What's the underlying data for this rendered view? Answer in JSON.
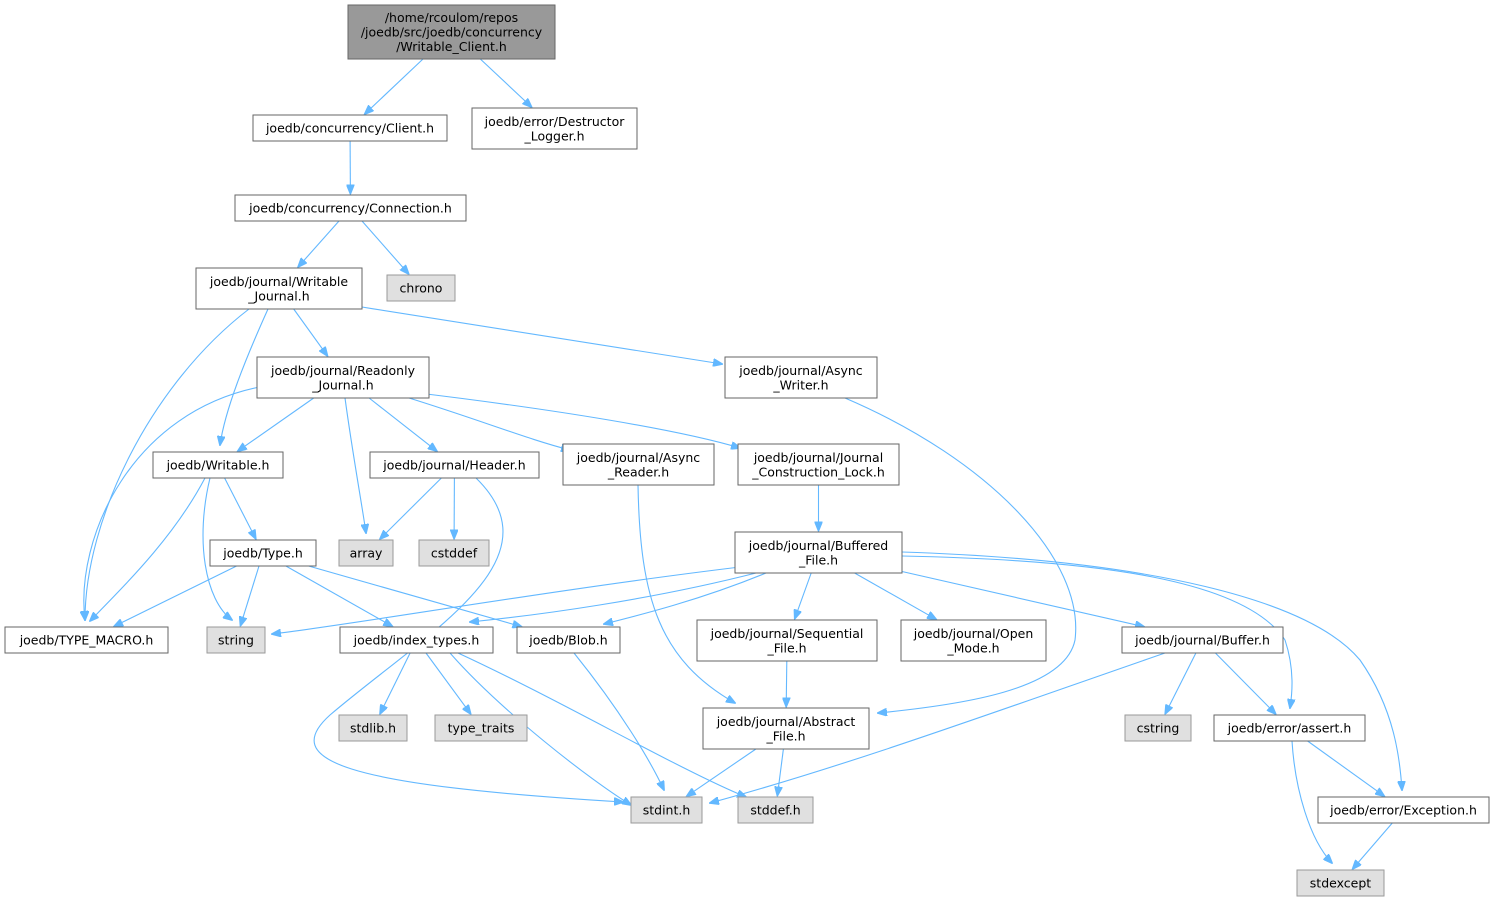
{
  "colors": {
    "edge": "#63b8ff",
    "root_fill": "#999999",
    "root_stroke": "#666666",
    "node_fill": "#ffffff",
    "node_stroke": "#666666",
    "system_fill": "#e0e0e0",
    "system_stroke": "#999999",
    "background": "#ffffff"
  },
  "nodes": [
    {
      "id": "root",
      "kind": "root",
      "lines": [
        "/home/rcoulom/repos",
        "/joedb/src/joedb/concurrency",
        "/Writable_Client.h"
      ]
    },
    {
      "id": "client",
      "kind": "file",
      "lines": [
        "joedb/concurrency/Client.h"
      ]
    },
    {
      "id": "destructor_logger",
      "kind": "file",
      "lines": [
        "joedb/error/Destructor",
        "_Logger.h"
      ]
    },
    {
      "id": "connection",
      "kind": "file",
      "lines": [
        "joedb/concurrency/Connection.h"
      ]
    },
    {
      "id": "writable_journal",
      "kind": "file",
      "lines": [
        "joedb/journal/Writable",
        "_Journal.h"
      ]
    },
    {
      "id": "chrono",
      "kind": "system",
      "lines": [
        "chrono"
      ]
    },
    {
      "id": "readonly_journal",
      "kind": "file",
      "lines": [
        "joedb/journal/Readonly",
        "_Journal.h"
      ]
    },
    {
      "id": "async_writer",
      "kind": "file",
      "lines": [
        "joedb/journal/Async",
        "_Writer.h"
      ]
    },
    {
      "id": "writable",
      "kind": "file",
      "lines": [
        "joedb/Writable.h"
      ]
    },
    {
      "id": "header",
      "kind": "file",
      "lines": [
        "joedb/journal/Header.h"
      ]
    },
    {
      "id": "async_reader",
      "kind": "file",
      "lines": [
        "joedb/journal/Async",
        "_Reader.h"
      ]
    },
    {
      "id": "construction_lock",
      "kind": "file",
      "lines": [
        "joedb/journal/Journal",
        "_Construction_Lock.h"
      ]
    },
    {
      "id": "type",
      "kind": "file",
      "lines": [
        "joedb/Type.h"
      ]
    },
    {
      "id": "array",
      "kind": "system",
      "lines": [
        "array"
      ]
    },
    {
      "id": "cstddef",
      "kind": "system",
      "lines": [
        "cstddef"
      ]
    },
    {
      "id": "buffered_file",
      "kind": "file",
      "lines": [
        "joedb/journal/Buffered",
        "_File.h"
      ]
    },
    {
      "id": "type_macro",
      "kind": "file",
      "lines": [
        "joedb/TYPE_MACRO.h"
      ]
    },
    {
      "id": "string",
      "kind": "system",
      "lines": [
        "string"
      ]
    },
    {
      "id": "index_types",
      "kind": "file",
      "lines": [
        "joedb/index_types.h"
      ]
    },
    {
      "id": "blob",
      "kind": "file",
      "lines": [
        "joedb/Blob.h"
      ]
    },
    {
      "id": "sequential_file",
      "kind": "file",
      "lines": [
        "joedb/journal/Sequential",
        "_File.h"
      ]
    },
    {
      "id": "open_mode",
      "kind": "file",
      "lines": [
        "joedb/journal/Open",
        "_Mode.h"
      ]
    },
    {
      "id": "buffer",
      "kind": "file",
      "lines": [
        "joedb/journal/Buffer.h"
      ]
    },
    {
      "id": "stdlib",
      "kind": "system",
      "lines": [
        "stdlib.h"
      ]
    },
    {
      "id": "type_traits",
      "kind": "system",
      "lines": [
        "type_traits"
      ]
    },
    {
      "id": "abstract_file",
      "kind": "file",
      "lines": [
        "joedb/journal/Abstract",
        "_File.h"
      ]
    },
    {
      "id": "cstring",
      "kind": "system",
      "lines": [
        "cstring"
      ]
    },
    {
      "id": "assert",
      "kind": "file",
      "lines": [
        "joedb/error/assert.h"
      ]
    },
    {
      "id": "stdint",
      "kind": "system",
      "lines": [
        "stdint.h"
      ]
    },
    {
      "id": "stddef",
      "kind": "system",
      "lines": [
        "stddef.h"
      ]
    },
    {
      "id": "exception",
      "kind": "file",
      "lines": [
        "joedb/error/Exception.h"
      ]
    },
    {
      "id": "stdexcept",
      "kind": "system",
      "lines": [
        "stdexcept"
      ]
    }
  ],
  "edges": [
    [
      "root",
      "client"
    ],
    [
      "root",
      "destructor_logger"
    ],
    [
      "client",
      "connection"
    ],
    [
      "connection",
      "writable_journal"
    ],
    [
      "connection",
      "chrono"
    ],
    [
      "writable_journal",
      "readonly_journal"
    ],
    [
      "writable_journal",
      "async_writer"
    ],
    [
      "writable_journal",
      "writable"
    ],
    [
      "writable_journal",
      "type_macro"
    ],
    [
      "readonly_journal",
      "writable"
    ],
    [
      "readonly_journal",
      "array"
    ],
    [
      "readonly_journal",
      "header"
    ],
    [
      "readonly_journal",
      "async_reader"
    ],
    [
      "readonly_journal",
      "construction_lock"
    ],
    [
      "readonly_journal",
      "type_macro"
    ],
    [
      "async_writer",
      "abstract_file"
    ],
    [
      "writable",
      "type"
    ],
    [
      "writable",
      "string"
    ],
    [
      "writable",
      "type_macro"
    ],
    [
      "header",
      "array"
    ],
    [
      "header",
      "cstddef"
    ],
    [
      "header",
      "stdint"
    ],
    [
      "async_reader",
      "abstract_file"
    ],
    [
      "construction_lock",
      "buffered_file"
    ],
    [
      "type",
      "type_macro"
    ],
    [
      "type",
      "string"
    ],
    [
      "type",
      "index_types"
    ],
    [
      "type",
      "blob"
    ],
    [
      "buffered_file",
      "string"
    ],
    [
      "buffered_file",
      "index_types"
    ],
    [
      "buffered_file",
      "blob"
    ],
    [
      "buffered_file",
      "sequential_file"
    ],
    [
      "buffered_file",
      "open_mode"
    ],
    [
      "buffered_file",
      "buffer"
    ],
    [
      "buffered_file",
      "assert"
    ],
    [
      "buffered_file",
      "exception"
    ],
    [
      "index_types",
      "stdlib"
    ],
    [
      "index_types",
      "type_traits"
    ],
    [
      "index_types",
      "stdint"
    ],
    [
      "index_types",
      "stddef"
    ],
    [
      "blob",
      "stdint"
    ],
    [
      "sequential_file",
      "abstract_file"
    ],
    [
      "buffer",
      "cstring"
    ],
    [
      "buffer",
      "assert"
    ],
    [
      "buffer",
      "stdint"
    ],
    [
      "abstract_file",
      "stdint"
    ],
    [
      "abstract_file",
      "stddef"
    ],
    [
      "assert",
      "exception"
    ],
    [
      "assert",
      "stdexcept"
    ],
    [
      "exception",
      "stdexcept"
    ]
  ]
}
